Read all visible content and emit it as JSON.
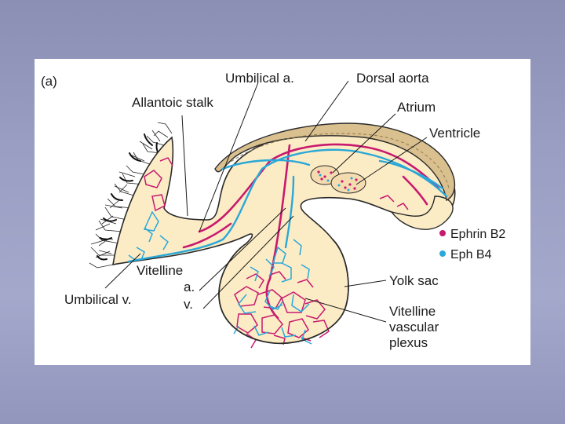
{
  "panel_label": "(a)",
  "labels": {
    "umbilical_a": "Umbilical a.",
    "dorsal_aorta": "Dorsal aorta",
    "allantoic_stalk": "Allantoic stalk",
    "atrium": "Atrium",
    "ventricle": "Ventricle",
    "vitelline": "Vitelline",
    "vitelline_a": "a.",
    "vitelline_v": "v.",
    "umbilical_v": "Umbilical v.",
    "yolk_sac": "Yolk sac",
    "vascular_plexus_1": "Vitelline",
    "vascular_plexus_2": "vascular",
    "vascular_plexus_3": "plexus"
  },
  "legend": [
    {
      "label": "Ephrin B2",
      "color": "#c8196e"
    },
    {
      "label": "Eph B4",
      "color": "#2aa8d8"
    }
  ],
  "colors": {
    "tissue": "#fcecc6",
    "outline": "#2a2a2a",
    "artery": "#c8196e",
    "vein": "#2aa8d8",
    "neural_tube": "#d9c08e"
  }
}
